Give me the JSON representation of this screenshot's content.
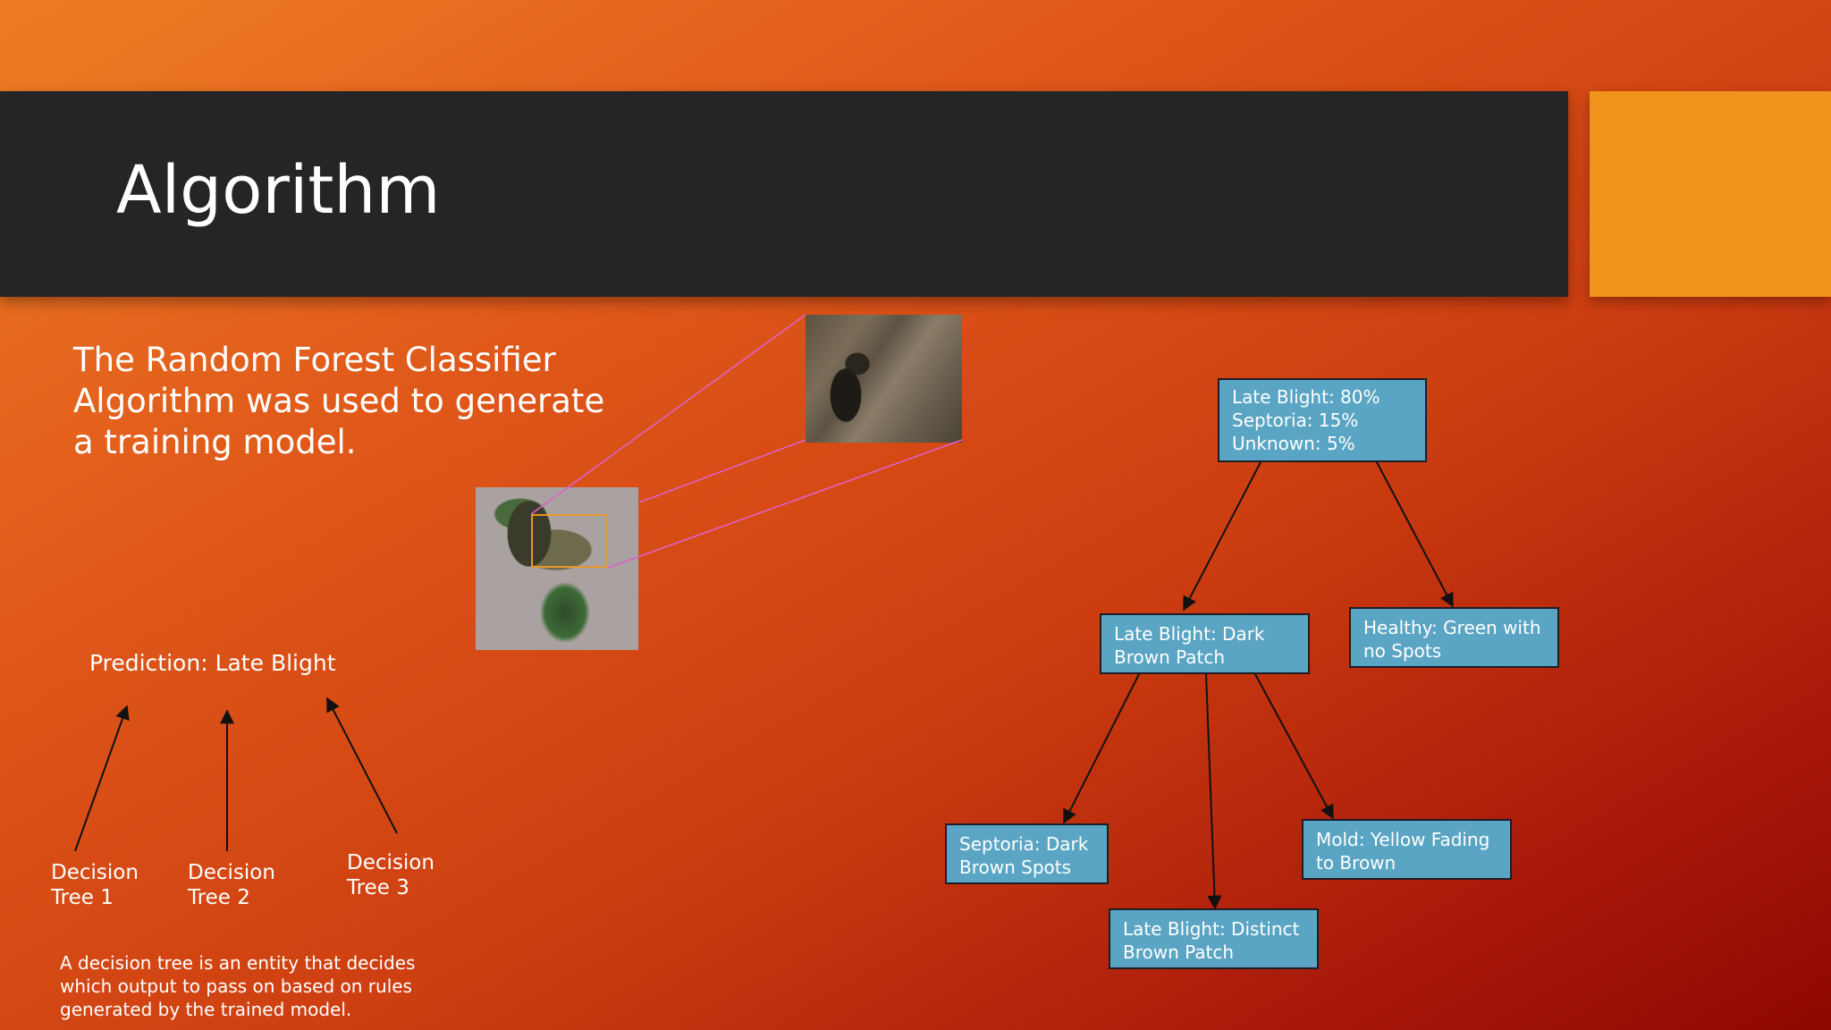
{
  "slide": {
    "title": "Algorithm",
    "intro": "The Random Forest Classifier Algorithm was used to generate a training model.",
    "prediction": "Prediction: Late Blight",
    "trees": [
      {
        "line1": "Decision",
        "line2": "Tree 1"
      },
      {
        "line1": "Decision",
        "line2": "Tree 2"
      },
      {
        "line1": "Decision",
        "line2": "Tree 3"
      }
    ],
    "footnote": "A decision tree is an entity that decides which output to pass on based on rules generated by the trained model."
  },
  "diagram": {
    "root": {
      "line1": "Late Blight: 80%",
      "line2": "Septoria: 15%",
      "line3": "Unknown:  5%"
    },
    "late_blight_dark": {
      "line1": "Late Blight: Dark",
      "line2": "Brown Patch"
    },
    "healthy": {
      "line1": "Healthy: Green with",
      "line2": "no Spots"
    },
    "septoria": {
      "line1": "Septoria: Dark",
      "line2": "Brown Spots"
    },
    "late_blight_distinct": {
      "line1": "Late Blight: Distinct",
      "line2": "Brown Patch"
    },
    "mold": {
      "line1": "Mold: Yellow Fading",
      "line2": "to Brown"
    }
  },
  "colors": {
    "node_fill": "#5aa5c4",
    "title_bar": "#252427",
    "accent": "#f0931a",
    "zoom_lines": "#e060c8"
  }
}
